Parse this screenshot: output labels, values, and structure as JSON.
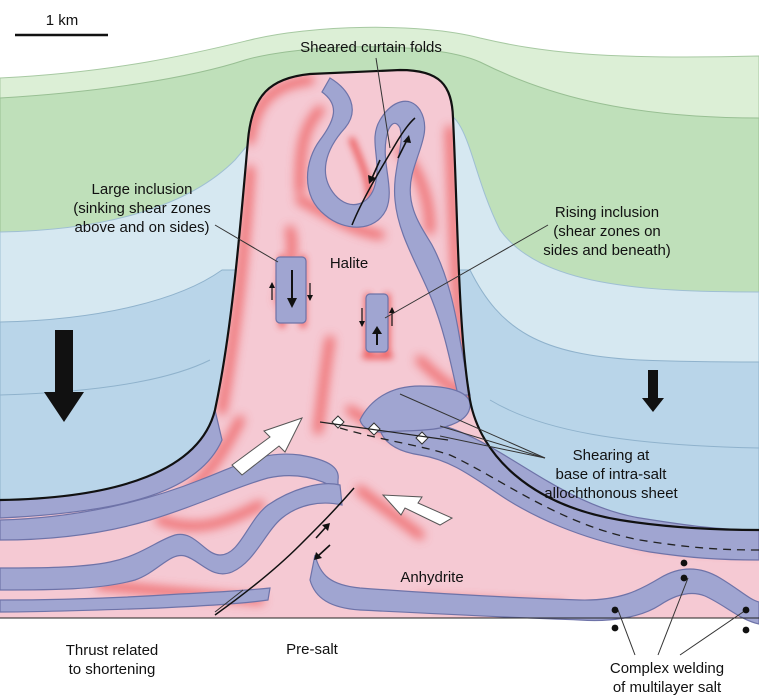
{
  "scale_bar": {
    "label": "1 km"
  },
  "labels": {
    "sheared_curtain_folds": "Sheared curtain folds",
    "large_inclusion": [
      "Large inclusion",
      "(sinking shear zones",
      "above and on sides)"
    ],
    "halite": "Halite",
    "rising_inclusion": [
      "Rising inclusion",
      "(shear zones on",
      "sides and beneath)"
    ],
    "shearing": [
      "Shearing at",
      "base of intra-salt",
      "allochthonous sheet"
    ],
    "anhydrite": "Anhydrite",
    "thrust": [
      "Thrust related",
      "to shortening"
    ],
    "pre_salt": "Pre-salt",
    "complex_welding": [
      "Complex welding",
      "of multilayer salt"
    ]
  },
  "colors": {
    "upper_green": "#d8ecd2",
    "green": "#b9dcb4",
    "light_blue": "#d3e6f0",
    "mid_blue": "#b6d3e8",
    "halite": "#f4c8d2",
    "shear_zone": "#ec5a5a",
    "anhydrite": "#9ea3cf",
    "anhydrite_edge": "#6e73a8",
    "pre_salt": "#ffffff"
  }
}
